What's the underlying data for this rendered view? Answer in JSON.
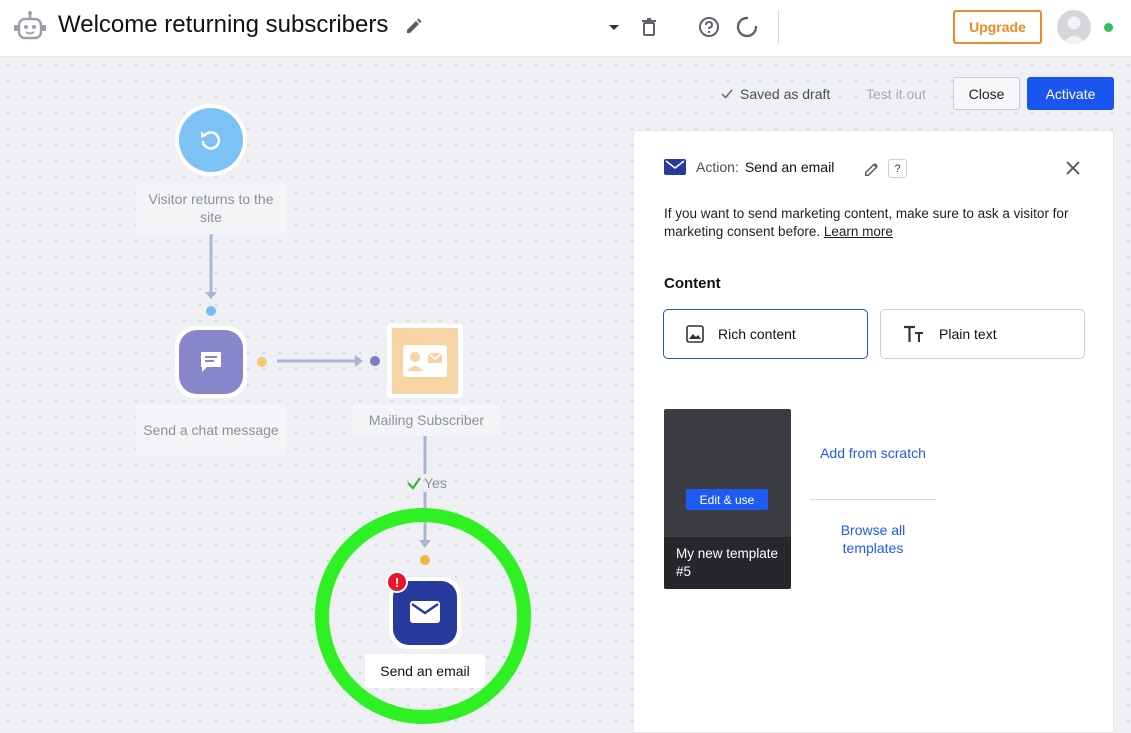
{
  "header": {
    "title": "Welcome returning subscribers",
    "upgrade_label": "Upgrade",
    "status_color": "#2fc45a"
  },
  "toolbar": {
    "saved_label": "Saved as draft",
    "test_label": "Test it out",
    "close_label": "Close",
    "activate_label": "Activate"
  },
  "flow": {
    "trigger_label": "Visitor returns to the site",
    "chat_label": "Send a chat message",
    "mailing_label": "Mailing Subscriber",
    "yes_label": "Yes",
    "email_label": "Send an email",
    "error_mark": "!"
  },
  "panel": {
    "action_prefix": "Action:",
    "action_value": "Send an email",
    "help": "?",
    "description": "If you want to send marketing content, make sure to ask a visitor for marketing consent before.",
    "learn_more": "Learn more",
    "content_heading": "Content",
    "option_rich": "Rich content",
    "option_plain": "Plain text",
    "template_name": "My new template #5",
    "edit_use": "Edit & use",
    "add_from_scratch": "Add from scratch",
    "browse_templates": "Browse all templates"
  },
  "icons": {
    "bot": "bot-icon",
    "edit": "pencil-icon",
    "dropdown": "caret-down-icon",
    "delete": "trash-icon",
    "help": "help-circle-icon",
    "loading": "spinner-icon",
    "close": "close-icon",
    "email": "envelope-icon"
  }
}
